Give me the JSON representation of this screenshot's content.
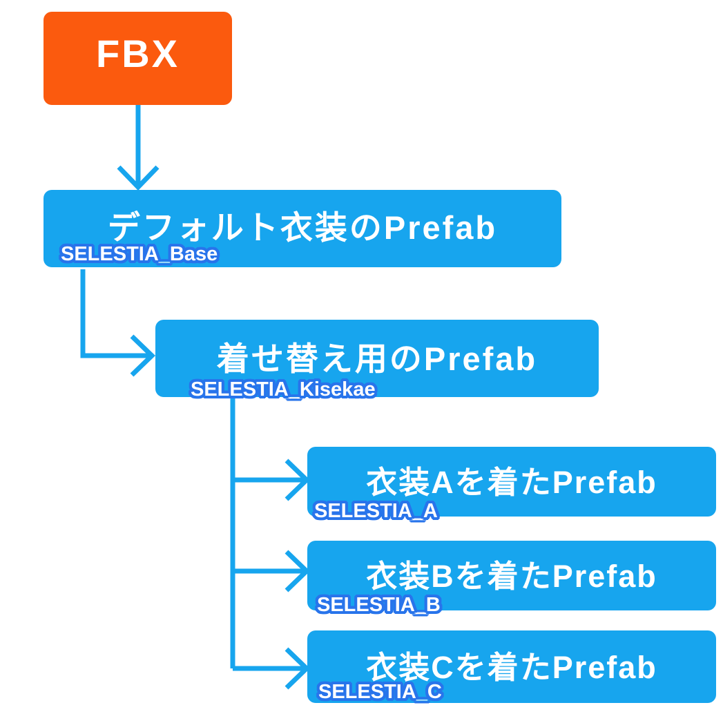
{
  "diagram": {
    "description": "Prefab variant hierarchy flowchart for an avatar outfit (kisekae) setup",
    "colors": {
      "root_node": "#fb5a0e",
      "node_blue": "#17a5ee",
      "label_outline": "#2874eb",
      "node_text": "#ffffff",
      "connector": "#17a5ee",
      "background": "#ffffff"
    },
    "nodes": [
      {
        "id": "fbx",
        "title": "FBX",
        "label": ""
      },
      {
        "id": "base",
        "title": "デフォルト衣装のPrefab",
        "label": "SELESTIA_Base"
      },
      {
        "id": "kisekae",
        "title": "着せ替え用のPrefab",
        "label": "SELESTIA_Kisekae"
      },
      {
        "id": "a",
        "title": "衣装Aを着たPrefab",
        "label": "SELESTIA_A"
      },
      {
        "id": "b",
        "title": "衣装Bを着たPrefab",
        "label": "SELESTIA_B"
      },
      {
        "id": "c",
        "title": "衣装Cを着たPrefab",
        "label": "SELESTIA_C"
      }
    ],
    "edges": [
      {
        "from": "fbx",
        "to": "base"
      },
      {
        "from": "base",
        "to": "kisekae"
      },
      {
        "from": "kisekae",
        "to": "a"
      },
      {
        "from": "kisekae",
        "to": "b"
      },
      {
        "from": "kisekae",
        "to": "c"
      }
    ]
  }
}
